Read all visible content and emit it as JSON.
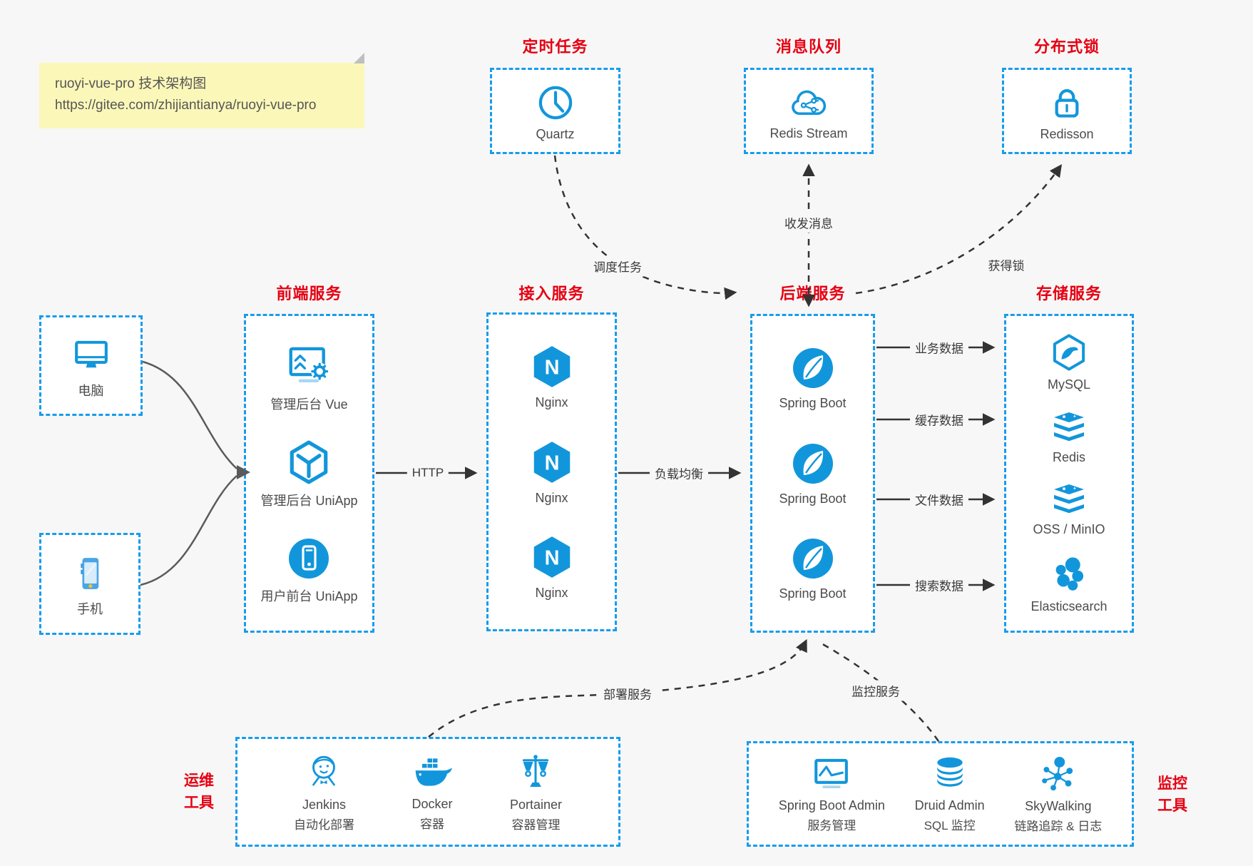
{
  "colors": {
    "icon_blue": "#1296db",
    "border_blue": "#189ceb",
    "title_red": "#e60012",
    "arrow_black": "#333333",
    "client_arrow_gray": "#5a5a5a",
    "note_yellow": "#fbf7b9",
    "background": "#f7f7f7",
    "label_gray": "#4b4b4b"
  },
  "note": {
    "line1": "ruoyi-vue-pro 技术架构图",
    "line2": "https://gitee.com/zhijiantianya/ruoyi-vue-pro"
  },
  "top": {
    "scheduled": {
      "title": "定时任务",
      "label": "Quartz",
      "icon": "clock-icon"
    },
    "queue": {
      "title": "消息队列",
      "label": "Redis Stream",
      "icon": "cloud-stream-icon"
    },
    "lock": {
      "title": "分布式锁",
      "label": "Redisson",
      "icon": "lock-icon"
    }
  },
  "clients": {
    "computer": {
      "label": "电脑",
      "icon": "desktop-icon"
    },
    "phone": {
      "label": "手机",
      "icon": "smartphone-icon"
    }
  },
  "frontend": {
    "title": "前端服务",
    "items": [
      {
        "label": "管理后台 Vue",
        "icon": "admin-vue-icon"
      },
      {
        "label": "管理后台 UniApp",
        "icon": "uniapp-hexagon-icon"
      },
      {
        "label": "用户前台 UniApp",
        "icon": "user-uniapp-icon"
      }
    ]
  },
  "gateway": {
    "title": "接入服务",
    "logo_letter": "N",
    "items": [
      {
        "label": "Nginx",
        "icon": "nginx-icon"
      },
      {
        "label": "Nginx",
        "icon": "nginx-icon"
      },
      {
        "label": "Nginx",
        "icon": "nginx-icon"
      }
    ]
  },
  "backend": {
    "title": "后端服务",
    "items": [
      {
        "label": "Spring Boot",
        "icon": "spring-icon"
      },
      {
        "label": "Spring Boot",
        "icon": "spring-icon"
      },
      {
        "label": "Spring Boot",
        "icon": "spring-icon"
      }
    ]
  },
  "storage": {
    "title": "存储服务",
    "items": [
      {
        "label": "MySQL",
        "icon": "mysql-icon"
      },
      {
        "label": "Redis",
        "icon": "redis-icon"
      },
      {
        "label": "OSS / MinIO",
        "icon": "oss-minio-icon"
      },
      {
        "label": "Elasticsearch",
        "icon": "elasticsearch-icon"
      }
    ]
  },
  "ops": {
    "title_line1": "运维",
    "title_line2": "工具",
    "items": [
      {
        "name": "Jenkins",
        "desc": "自动化部署",
        "icon": "jenkins-icon"
      },
      {
        "name": "Docker",
        "desc": "容器",
        "icon": "docker-icon"
      },
      {
        "name": "Portainer",
        "desc": "容器管理",
        "icon": "portainer-icon"
      }
    ]
  },
  "monitoring": {
    "title_line1": "监控",
    "title_line2": "工具",
    "items": [
      {
        "name": "Spring Boot Admin",
        "desc": "服务管理",
        "icon": "monitor-pulse-icon"
      },
      {
        "name": "Druid Admin",
        "desc": "SQL 监控",
        "icon": "database-icon"
      },
      {
        "name": "SkyWalking",
        "desc": "链路追踪 & 日志",
        "icon": "skywalking-icon"
      }
    ]
  },
  "edges": {
    "http": "HTTP",
    "load_balance": "负载均衡",
    "schedule": "调度任务",
    "messages": "收发消息",
    "acquire_lock": "获得锁",
    "business_data": "业务数据",
    "cache_data": "缓存数据",
    "file_data": "文件数据",
    "search_data": "搜索数据",
    "deploy": "部署服务",
    "monitor": "监控服务"
  }
}
